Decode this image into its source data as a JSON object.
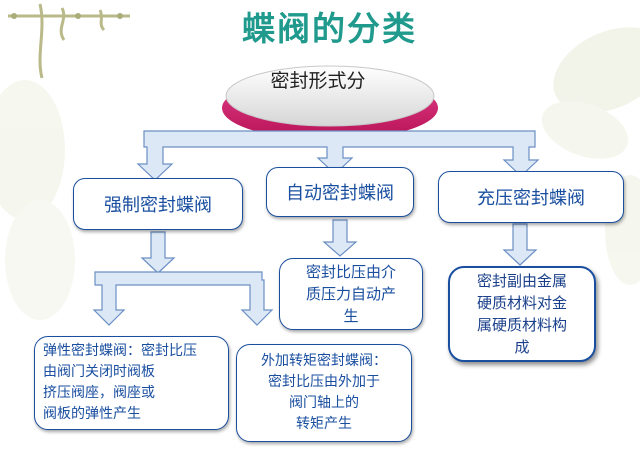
{
  "title": "蝶阀的分类",
  "root": {
    "label": "密封形式分"
  },
  "categories": [
    {
      "label": "强制密封蝶阀"
    },
    {
      "label": "自动密封蝶阀"
    },
    {
      "label": "充压密封蝶阀"
    }
  ],
  "descriptions": {
    "forced_elastic": [
      "弹性密封蝶阀：密封比压",
      "由阀门关闭时阀板",
      "挤压阀座，阀座或",
      "阀板的弹性产生"
    ],
    "forced_torque": [
      "外加转矩密封蝶阀：",
      "密封比压由外加于",
      "阀门轴上的",
      "转矩产生"
    ],
    "auto": [
      "密封比压由介",
      "质压力自动产",
      "生"
    ],
    "pressurized": [
      "密封副由金属",
      "硬质材料对金",
      "属硬质材料构",
      "成"
    ]
  },
  "colors": {
    "title": "#1f9a8c",
    "box_border": "#1a4fa0",
    "arrow_fill": "#dde8f6",
    "arrow_stroke": "#6b8fc4",
    "ellipse_bottom": "#d9266e",
    "ellipse_top": "#eeeeee"
  }
}
